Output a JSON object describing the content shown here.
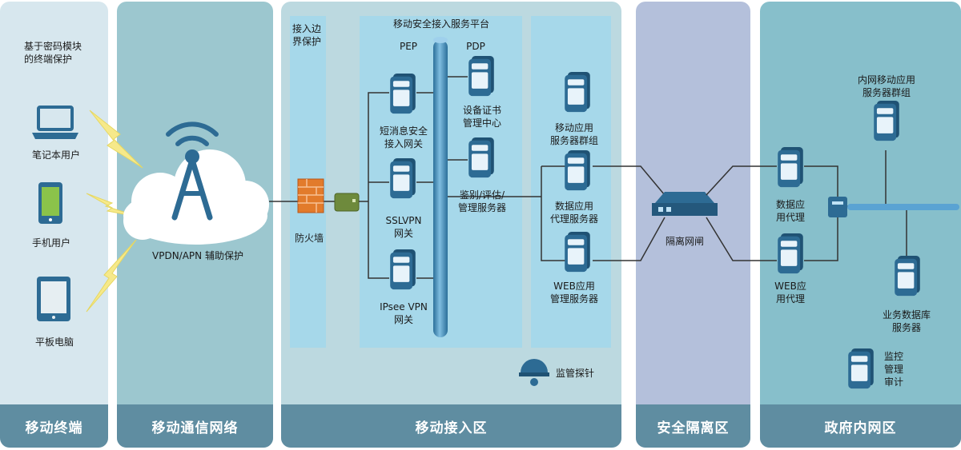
{
  "zones": {
    "terminal": {
      "label": "移动终端"
    },
    "network": {
      "label": "移动通信网络"
    },
    "access": {
      "label": "移动接入区"
    },
    "isolation": {
      "label": "安全隔离区"
    },
    "intranet": {
      "label": "政府内网区"
    }
  },
  "terminal": {
    "header": "基于密码模块\n的终端保护",
    "laptop_label": "笔记本用户",
    "phone_label": "手机用户",
    "tablet_label": "平板电脑"
  },
  "network": {
    "vpdn_label": "VPDN/APN 辅助保护"
  },
  "access": {
    "border_title": "接入边\n界保护",
    "firewall_label": "防火墙",
    "platform_title": "移动安全接入服务平台",
    "pep_label": "PEP",
    "pdp_label": "PDP",
    "sms_gateway_label": "短消息安全\n接入网关",
    "sslvpn_label": "SSLVPN\n网关",
    "ipsec_label": "IPsee VPN\n网关",
    "cert_center_label": "设备证书\n管理中心",
    "auth_server_label": "鉴别/评估/\n管理服务器",
    "mobile_app_cluster_label": "移动应用\n服务器群组",
    "data_proxy_server_label": "数据应用\n代理服务器",
    "web_server_label": "WEB应用\n管理服务器",
    "monitor_label": "监管探针"
  },
  "isolation": {
    "gatekeeper_label": "隔离网闸"
  },
  "intranet": {
    "intranet_cluster_label": "内网移动应用\n服务器群组",
    "data_proxy_label": "数据应\n用代理",
    "web_proxy_label": "WEB应\n用代理",
    "biz_db_label": "业务数据库\n服务器",
    "audit_label": "监控\n管理\n审计"
  },
  "colors": {
    "terminal_bg": "#d7e7ee",
    "network_bg": "#9cc7cf",
    "access_bg": "#bcd9e0",
    "isolation_bg": "#b4c0db",
    "intranet_bg": "#87bfcb",
    "footer": "#5f8da1",
    "panel": "#a6d8ea",
    "device": "#2d6b94",
    "lightning": "#f6e98a"
  }
}
